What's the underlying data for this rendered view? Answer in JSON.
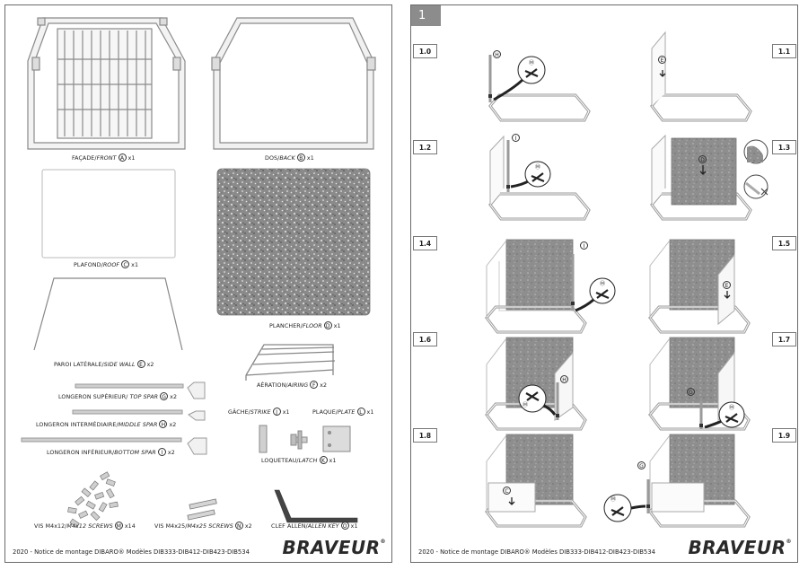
{
  "left_page": {
    "parts": [
      {
        "fr": "FAÇADE/",
        "en": "FRONT",
        "letter": "A",
        "qty": "x1"
      },
      {
        "fr": "DOS/",
        "en": "BACK",
        "letter": "B",
        "qty": "x1"
      },
      {
        "fr": "PLAFOND/",
        "en": "ROOF",
        "letter": "C",
        "qty": "x1"
      },
      {
        "fr": "PLANCHER/",
        "en": "FLOOR",
        "letter": "D",
        "qty": "x1"
      },
      {
        "fr": "PAROI LATÉRALE/",
        "en": "SIDE WALL",
        "letter": "E",
        "qty": "x2"
      },
      {
        "fr": "AÉRATION/",
        "en": "AIRING",
        "letter": "F",
        "qty": "x2"
      },
      {
        "fr": "LONGERON SUPÉRIEUR/ ",
        "en": "TOP SPAR",
        "letter": "G",
        "qty": "x2"
      },
      {
        "fr": "LONGERON INTERMÉDIAIRE/",
        "en": "MIDDLE SPAR",
        "letter": "H",
        "qty": "x2"
      },
      {
        "fr": "LONGERON INFÉRIEUR/",
        "en": "BOTTOM SPAR",
        "letter": "I",
        "qty": "x2"
      },
      {
        "fr": "GÂCHE/",
        "en": "STRIKE",
        "letter": "J",
        "qty": "x1"
      },
      {
        "fr": "PLAQUE/",
        "en": "PLATE",
        "letter": "L",
        "qty": "x1"
      },
      {
        "fr": "LOQUETEAU/",
        "en": "LATCH",
        "letter": "K",
        "qty": "x1"
      },
      {
        "fr": "VIS M4x12/",
        "en": "M4x12 SCREWS",
        "letter": "M",
        "qty": "x14"
      },
      {
        "fr": "VIS M4x25/",
        "en": "M4x25 SCREWS",
        "letter": "N",
        "qty": "x2"
      },
      {
        "fr": "CLEF ALLEN/",
        "en": "ALLEN KEY",
        "letter": "O",
        "qty": "x1"
      }
    ],
    "footer": "2020 - Notice de montage DIBARO® Modèles DIB333-DIB412-DIB423-DIB534",
    "logo": "BRAVEUR",
    "logo_mark": "®"
  },
  "right_page": {
    "page_number": "1",
    "steps": [
      "1.0",
      "1.1",
      "1.2",
      "1.3",
      "1.4",
      "1.5",
      "1.6",
      "1.7",
      "1.8",
      "1.9"
    ],
    "part_markers": [
      "H",
      "E",
      "I",
      "D",
      "I",
      "E",
      "H",
      "G",
      "C",
      "G"
    ],
    "tool_marker": "M",
    "footer": "2020 - Notice de montage DIBARO® Modèles DIB333-DIB412-DIB423-DIB534",
    "logo": "BRAVEUR",
    "logo_mark": "®"
  },
  "colors": {
    "frame": "#c8c8c8",
    "frame_stroke": "#8a8a8a",
    "panel_grey": "#8e8e8e",
    "step_badge": "#8c8c8c"
  }
}
